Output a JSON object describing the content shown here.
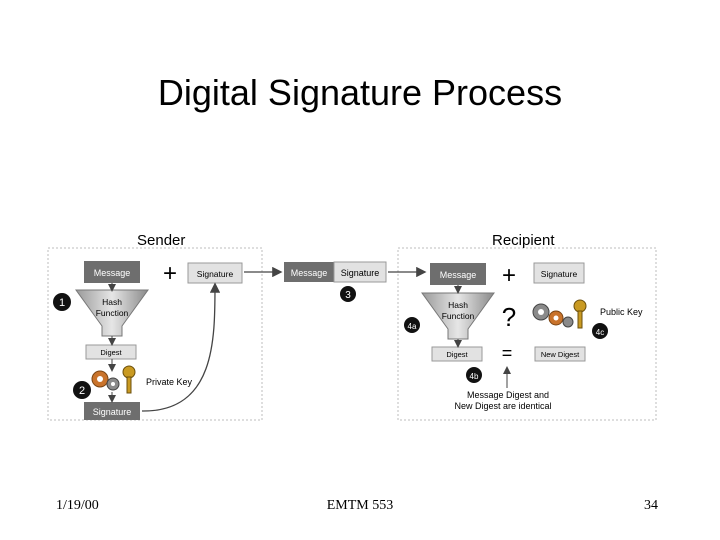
{
  "slide": {
    "title": "Digital Signature Process",
    "footer": {
      "date": "1/19/00",
      "course": "EMTM 553",
      "page": "34"
    }
  },
  "diagram": {
    "sender": {
      "heading": "Sender",
      "message": "Message",
      "plus": "+",
      "signature_box": "Signature",
      "hash_function": [
        "Hash",
        "Function"
      ],
      "digest": "Digest",
      "private_key": "Private Key",
      "signature_bottom": "Signature",
      "step1": "1",
      "step2": "2"
    },
    "transmission": {
      "message": "Message",
      "signature": "Signature",
      "step3": "3"
    },
    "recipient": {
      "heading": "Recipient",
      "message": "Message",
      "plus": "+",
      "signature": "Signature",
      "hash_function": [
        "Hash",
        "Function"
      ],
      "question": "?",
      "public_key": "Public Key",
      "digest": "Digest",
      "equals": "=",
      "new_digest": "New Digest",
      "conclusion": [
        "Message Digest and",
        "New Digest are identical"
      ],
      "step4a": "4a",
      "step4b": "4b",
      "step4c": "4c"
    },
    "colors": {
      "box_dark": "#6e6e6e",
      "box_light": "#e2e2e2",
      "panel_border": "#bdbdbd",
      "key_gold": "#c99a22",
      "gear_orange": "#c9732b"
    }
  }
}
